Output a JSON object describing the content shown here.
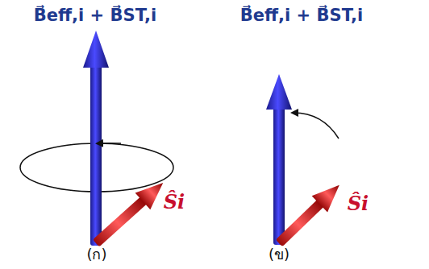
{
  "diagram": {
    "labels": [
      "B⃗eff,i + B⃗ST,i",
      "Ŝi",
      "(ก)",
      "B⃗eff,i + B⃗ST,i",
      "Ŝi",
      "(ข)"
    ]
  }
}
